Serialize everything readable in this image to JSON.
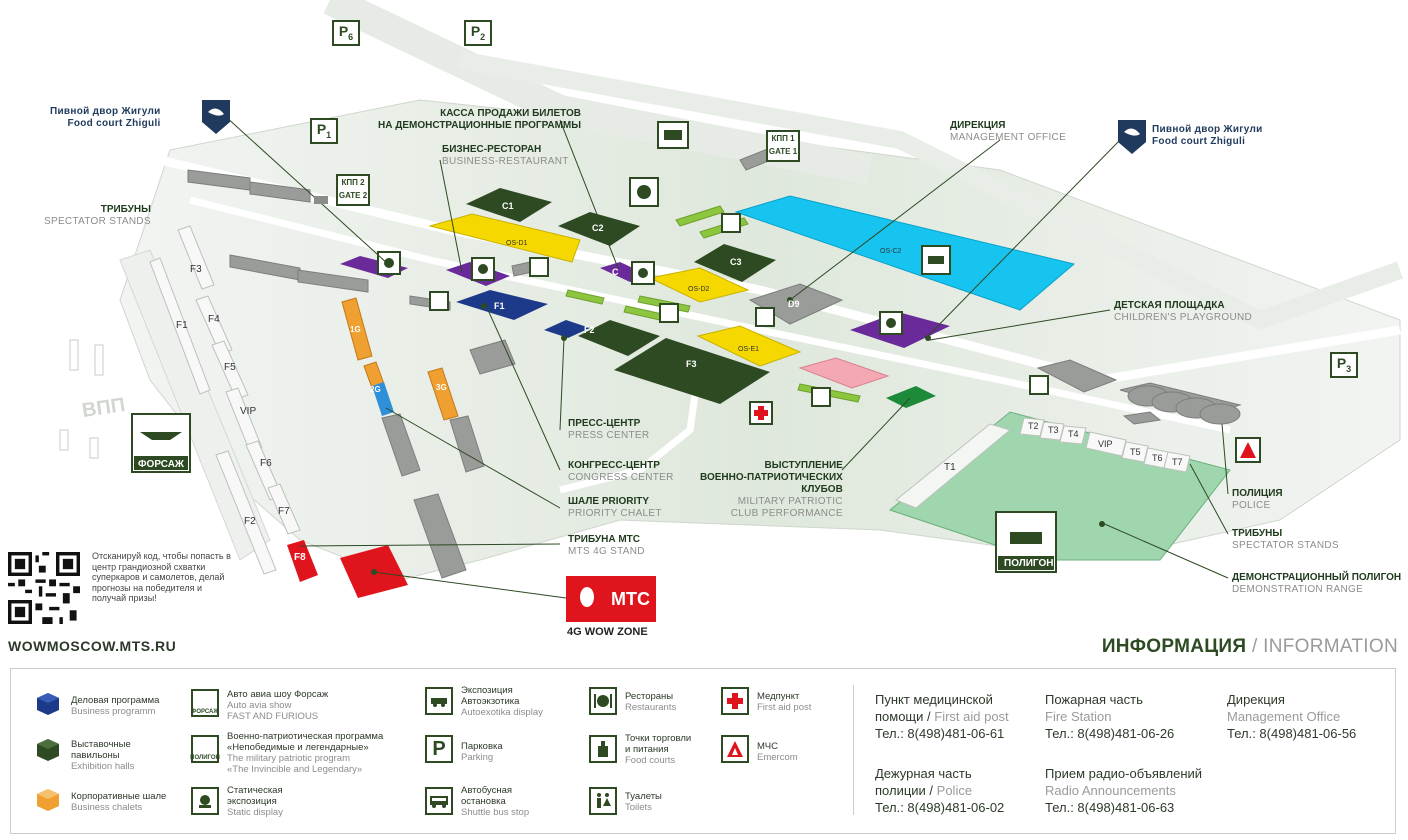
{
  "map": {
    "parking": [
      "P",
      "P",
      "P",
      "P"
    ],
    "parking_sub": [
      "6",
      "2",
      "1",
      "3"
    ],
    "gates": [
      {
        "ru": "КПП 1",
        "en": "GATE 1"
      },
      {
        "ru": "КПП 2",
        "en": "GATE 2"
      }
    ],
    "food_court_left": {
      "ru": "Пивной двор Жигули",
      "en": "Food court Zhiguli"
    },
    "food_court_right": {
      "ru": "Пивной двор Жигули",
      "en": "Food court Zhiguli"
    },
    "halls": [
      "C1",
      "C2",
      "C",
      "C3",
      "D9",
      "F1",
      "F2",
      "F3"
    ],
    "open_spaces": [
      "OS-D1",
      "OS-D2",
      "OS-E1",
      "OS-C2"
    ],
    "chalets": [
      "1G",
      "2G",
      "3G"
    ],
    "stands_left": [
      "F3",
      "F1",
      "F4",
      "F5",
      "VIP",
      "F6",
      "F7",
      "F2",
      "F8"
    ],
    "stands_right": [
      "T2",
      "T3",
      "T4",
      "VIP",
      "T5",
      "T6",
      "T7",
      "T1"
    ],
    "runway": "ВПП",
    "forsazh": "ФОРСАЖ",
    "poligon": "ПОЛИГОН",
    "labels": {
      "tickets": {
        "ru1": "КАССА ПРОДАЖИ БИЛЕТОВ",
        "ru2": "НА ДЕМОНСТРАЦИОННЫЕ ПРОГРАММЫ"
      },
      "business": {
        "ru": "БИЗНЕС-РЕСТОРАН",
        "en": "BUSINESS-RESTAURANT"
      },
      "management": {
        "ru": "ДИРЕКЦИЯ",
        "en": "MANAGEMENT OFFICE"
      },
      "tribunes": {
        "ru": "ТРИБУНЫ",
        "en": "SPECTATOR STANDS"
      },
      "playground": {
        "ru": "ДЕТСКАЯ ПЛОЩАДКА",
        "en": "CHILDREN'S PLAYGROUND"
      },
      "press": {
        "ru": "ПРЕСС-ЦЕНТР",
        "en": "PRESS CENTER"
      },
      "congress": {
        "ru": "КОНГРЕСС-ЦЕНТР",
        "en": "CONGRESS CENTER"
      },
      "chalet": {
        "ru": "ШАЛЕ PRIORITY",
        "en": "PRIORITY CHALET"
      },
      "mts_stand": {
        "ru": "ТРИБУНА МТС",
        "en": "MTS 4G STAND"
      },
      "military": {
        "ru1": "ВЫСТУПЛЕНИЕ",
        "ru2": "ВОЕННО-ПАТРИОТИЧЕСКИХ",
        "ru3": "КЛУБОВ",
        "en1": "MILITARY PATRIOTIC",
        "en2": "CLUB PERFORMANCE"
      },
      "police": {
        "ru": "ПОЛИЦИЯ",
        "en": "POLICE"
      },
      "tribunes_r": {
        "ru": "ТРИБУНЫ",
        "en": "SPECTATOR STANDS"
      },
      "demo": {
        "ru": "ДЕМОНСТРАЦИОННЫЙ ПОЛИГОН",
        "en": "DEMONSTRATION RANGE"
      }
    }
  },
  "promo": {
    "qr_text": "Отсканируй код, чтобы попасть в центр грандиозной схватки суперкаров и самолетов, делай прогнозы на победителя и получай призы!",
    "website": "WOWMOSCOW.MTS.RU",
    "mts_logo": "МТС",
    "mts_zone": "4G WOW ZONE"
  },
  "info_title": {
    "ru": "ИНФОРМАЦИЯ",
    "sep": " / ",
    "en": "INFORMATION"
  },
  "legend": [
    {
      "ru": "Деловая программа",
      "en": "Business programm"
    },
    {
      "ru": "Выставочные павильоны",
      "en": "Exhibition halls"
    },
    {
      "ru": "Корпоративные шале",
      "en": "Business chalets"
    },
    {
      "ru": "Авто авиа шоу Форсаж",
      "en1": "Auto avia show",
      "en2": "FAST AND FURIOUS"
    },
    {
      "ru1": "Военно-патриотическая программа",
      "ru2": "«Непобедимые и легендарные»",
      "en1": "The military patriotic program",
      "en2": "«The Invincible and Legendary»"
    },
    {
      "ru1": "Статическая",
      "ru2": "экспозиция",
      "en": "Static display"
    },
    {
      "ru1": "Экспозиция",
      "ru2": "Автоэкзотика",
      "en": "Autoexotika display"
    },
    {
      "ru": "Парковка",
      "en": "Parking"
    },
    {
      "ru1": "Автобусная",
      "ru2": "остановка",
      "en": "Shuttle bus stop"
    },
    {
      "ru": "Рестораны",
      "en": "Restaurants"
    },
    {
      "ru1": "Точки торговли",
      "ru2": "и питания",
      "en": "Food courts"
    },
    {
      "ru": "Туалеты",
      "en": "Toilets"
    },
    {
      "ru": "Медпункт",
      "en": "First aid post"
    },
    {
      "ru": "МЧС",
      "en": "Emercom"
    }
  ],
  "legend_icons": {
    "forsazh": "ФОРСАЖ",
    "poligon": "ПОЛИГОН",
    "parking": "P"
  },
  "contacts": [
    {
      "ru1": "Пункт медицинской",
      "ru2": "помощи",
      "en": "First aid post",
      "phone": "Тел.: 8(498)481-06-61"
    },
    {
      "ru1": "Пожарная часть",
      "en": "Fire Station",
      "phone": "Тел.: 8(498)481-06-26"
    },
    {
      "ru1": "Дирекция",
      "en": "Management Office",
      "phone": "Тел.: 8(498)481-06-56"
    },
    {
      "ru1": "Дежурная часть",
      "ru2": "полиции",
      "en": "Police",
      "phone": "Тел.: 8(498)481-06-02"
    },
    {
      "ru1": "Прием радио-объявлений",
      "en": "Radio Announcements",
      "phone": "Тел.: 8(498)481-06-63"
    }
  ],
  "colors": {
    "business": "#1d3a8a",
    "exhibition": "#2d4a23",
    "chalet": "#f0a030",
    "open_space": "#f5d800",
    "os_c2": "#17c4f0",
    "restaurant": "#6a2a9a",
    "mts": "#e0141d",
    "playground": "#f4a8b4",
    "range": "#9fd6ad"
  }
}
